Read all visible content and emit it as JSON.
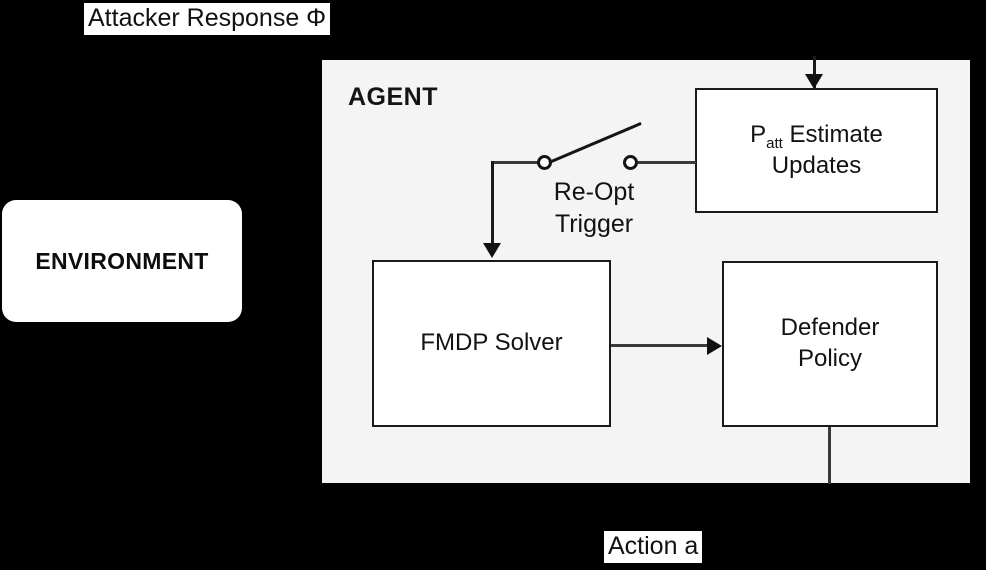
{
  "diagram": {
    "title_label": "Attacker Response Φ",
    "background_color": "#000000",
    "agent": {
      "label": "AGENT",
      "fill_color": "#f4f4f4"
    },
    "environment": {
      "label": "ENVIRONMENT",
      "fill_color": "#ffffff"
    },
    "nodes": {
      "patt_estimate": {
        "line1_prefix": "P",
        "line1_subscript": "att",
        "line1_suffix": " Estimate",
        "line2": "Updates"
      },
      "fmdp_solver": {
        "label": "FMDP Solver"
      },
      "defender_policy": {
        "line1": "Defender",
        "line2": "Policy"
      }
    },
    "switch": {
      "caption_line1": "Re-Opt",
      "caption_line2": "Trigger",
      "state": "open"
    },
    "action_label": "Action a",
    "colors": {
      "stroke": "#1a1a1a",
      "connector": "#3a3a3a",
      "box_fill": "#ffffff"
    }
  }
}
